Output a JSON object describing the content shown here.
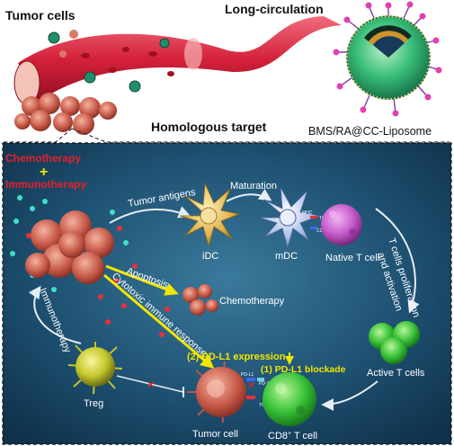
{
  "top": {
    "tumor_cells": "Tumor cells",
    "long_circulation": "Long-circulation",
    "homologous_target": "Homologous target",
    "liposome": "BMS/RA@CC-Liposome"
  },
  "panel": {
    "chemotherapy": "Chemotherapy",
    "plus": "+",
    "immunotherapy": "Immunotherapy",
    "tumor_antigens": "Tumor antigens",
    "maturation": "Maturation",
    "idc": "iDC",
    "mdc": "mDC",
    "native_t_cell": "Native T cell",
    "t_cells_proliferation_1": "T cells proliferation",
    "t_cells_proliferation_2": "and activation",
    "apoptosis": "Apoptosis",
    "chemotherapy_cells": "Chemotherapy",
    "cytotoxic": "Cytotoxic immune response",
    "immunotherapy_arc": "Immunotherapy",
    "pdl1_expression": "(2) PD-L1 expression",
    "pdl1_blockade": "(1) PD-L1 blockade",
    "active_t_cells": "Active T cells",
    "treg": "Treg",
    "tumor_cell": "Tumor cell",
    "cd8_prefix": "CD8",
    "cd8_sup": "+",
    "cd8_suffix": " T cell",
    "tcr": "TCR",
    "cd28": "CD28",
    "mhc": "MHC",
    "pd1": "PD-1",
    "pdl1": "PD-L1"
  },
  "colors": {
    "panel_bg": "#1d4f70",
    "red_text": "#e8202a",
    "yellow_text": "#f2e600",
    "vessel": "#d4203a",
    "liposome_core": "#2a9d6e"
  }
}
